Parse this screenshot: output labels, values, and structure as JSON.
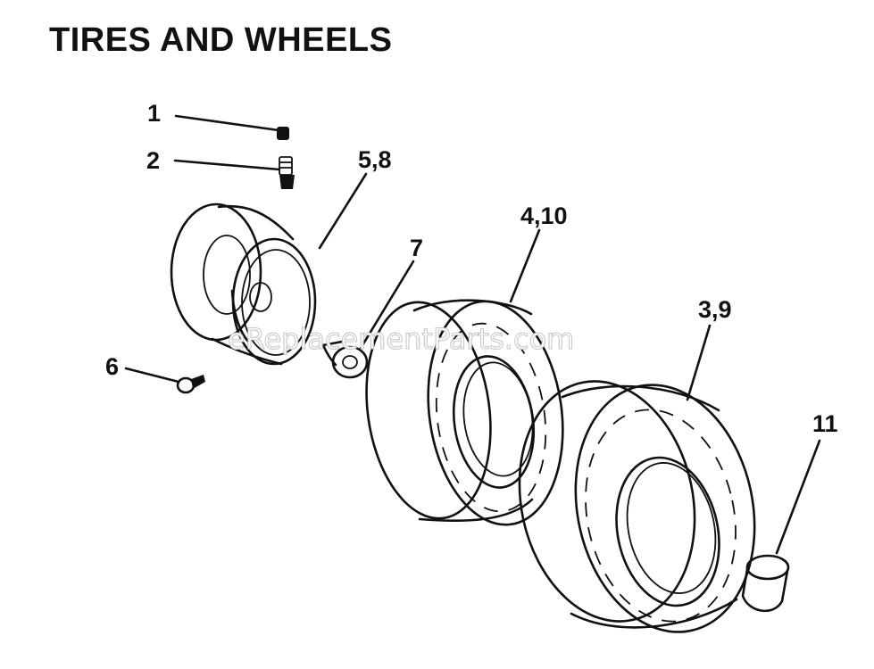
{
  "title": "TIRES AND WHEELS",
  "watermark": "eReplacementParts.com",
  "callouts": {
    "valve_cap": "1",
    "valve_stem": "2",
    "wheel_rim": "5,8",
    "bushing": "7",
    "front_tire": "4,10",
    "rear_tire": "3,9",
    "hub_cap": "11",
    "screw": "6"
  },
  "colors": {
    "ink": "#111111",
    "paper": "#ffffff",
    "watermark": "#c8c8c8"
  }
}
